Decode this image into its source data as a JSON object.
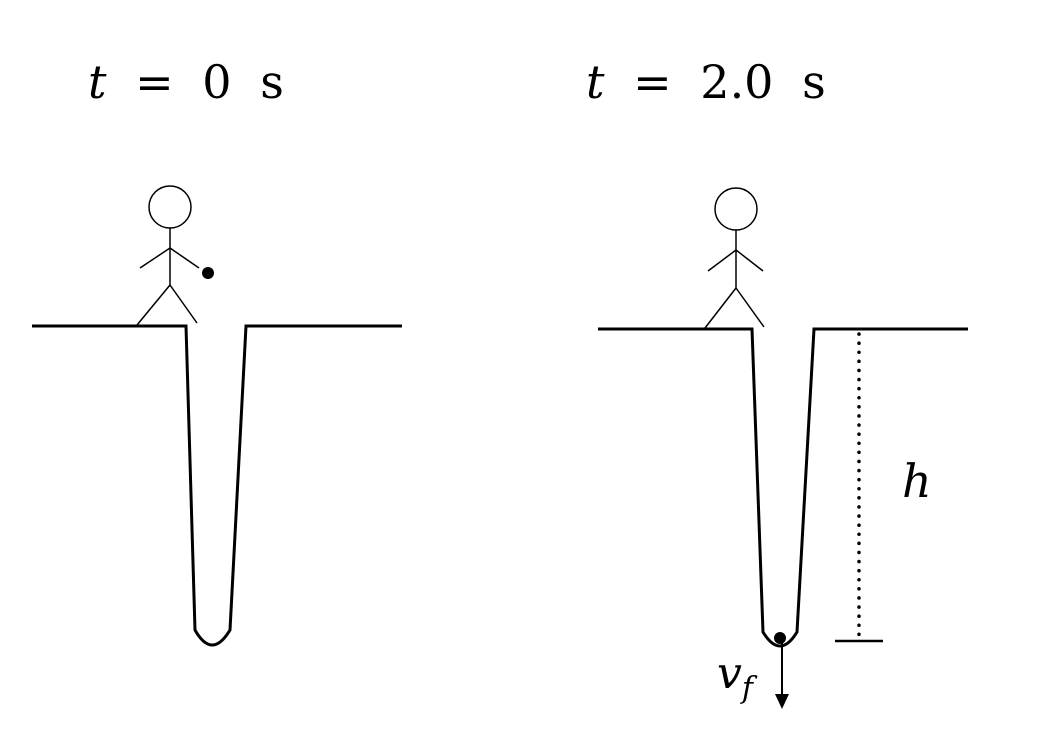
{
  "panels": [
    {
      "id": "left",
      "time_label": {
        "variable": "t",
        "equals": "=",
        "value": "0",
        "unit": "s"
      },
      "ball_position": "in-hand"
    },
    {
      "id": "right",
      "time_label": {
        "variable": "t",
        "equals": "=",
        "value": "2.0",
        "unit": "s"
      },
      "ball_position": "bottom-of-well"
    }
  ],
  "annotations": {
    "depth_label": "h",
    "velocity_label": {
      "symbol": "v",
      "subscript": "f"
    }
  },
  "colors": {
    "ink": "#000000",
    "background": "#ffffff"
  }
}
